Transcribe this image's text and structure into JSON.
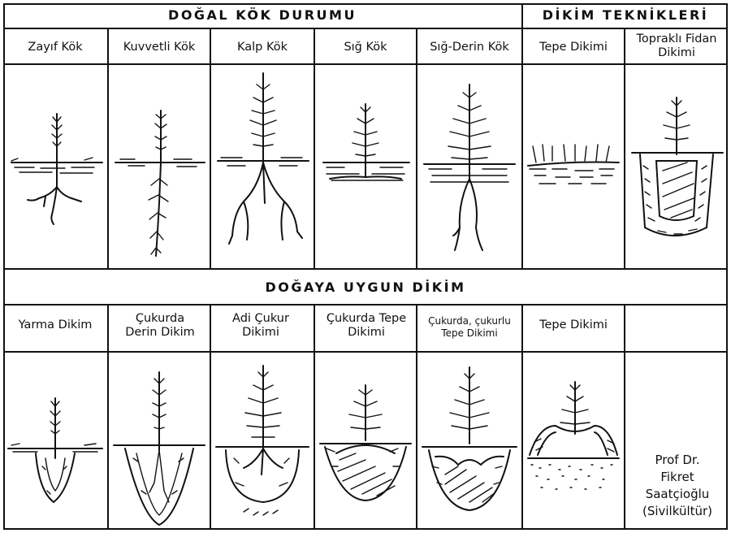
{
  "headers": {
    "natural_root": "DOĞAL KÖK DURUMU",
    "planting_techniques": "DİKİM TEKNİKLERİ",
    "nature_friendly_planting": "DOĞAYA UYGUN DİKİM"
  },
  "row1": [
    {
      "label": "Zayıf Kök"
    },
    {
      "label": "Kuvvetli Kök"
    },
    {
      "label": "Kalp Kök"
    },
    {
      "label": "Sığ Kök"
    },
    {
      "label": "Sığ-Derin Kök"
    },
    {
      "label": "Tepe Dikimi"
    },
    {
      "label": "Topraklı Fidan Dikimi"
    }
  ],
  "row2": [
    {
      "label": "Yarma Dikim"
    },
    {
      "label": "Çukurda Derin Dikim"
    },
    {
      "label": "Adi Çukur Dikimi"
    },
    {
      "label": "Çukurda Tepe Dikimi"
    },
    {
      "label": "Çukurda, çukurlu Tepe Dikimi"
    },
    {
      "label": "Tepe Dikimi"
    },
    {
      "label": ""
    }
  ],
  "credit": "Prof Dr. Fikret Saatçioğlu (Sivilkültür)"
}
